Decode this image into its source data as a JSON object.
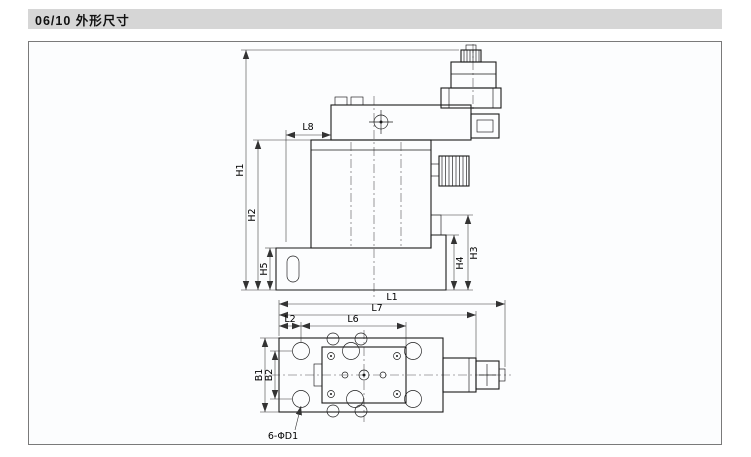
{
  "header": {
    "title": "06/10 外形尺寸"
  },
  "side_view": {
    "labels": {
      "h1": "H1",
      "h2": "H2",
      "h5": "H5",
      "h4": "H4",
      "h3": "H3",
      "l8": "L8"
    }
  },
  "top_view": {
    "labels": {
      "l1": "L1",
      "l7": "L7",
      "l6": "L6",
      "l2": "L2",
      "b1": "B1",
      "b2": "B2",
      "holes": "6-ΦD1"
    }
  }
}
